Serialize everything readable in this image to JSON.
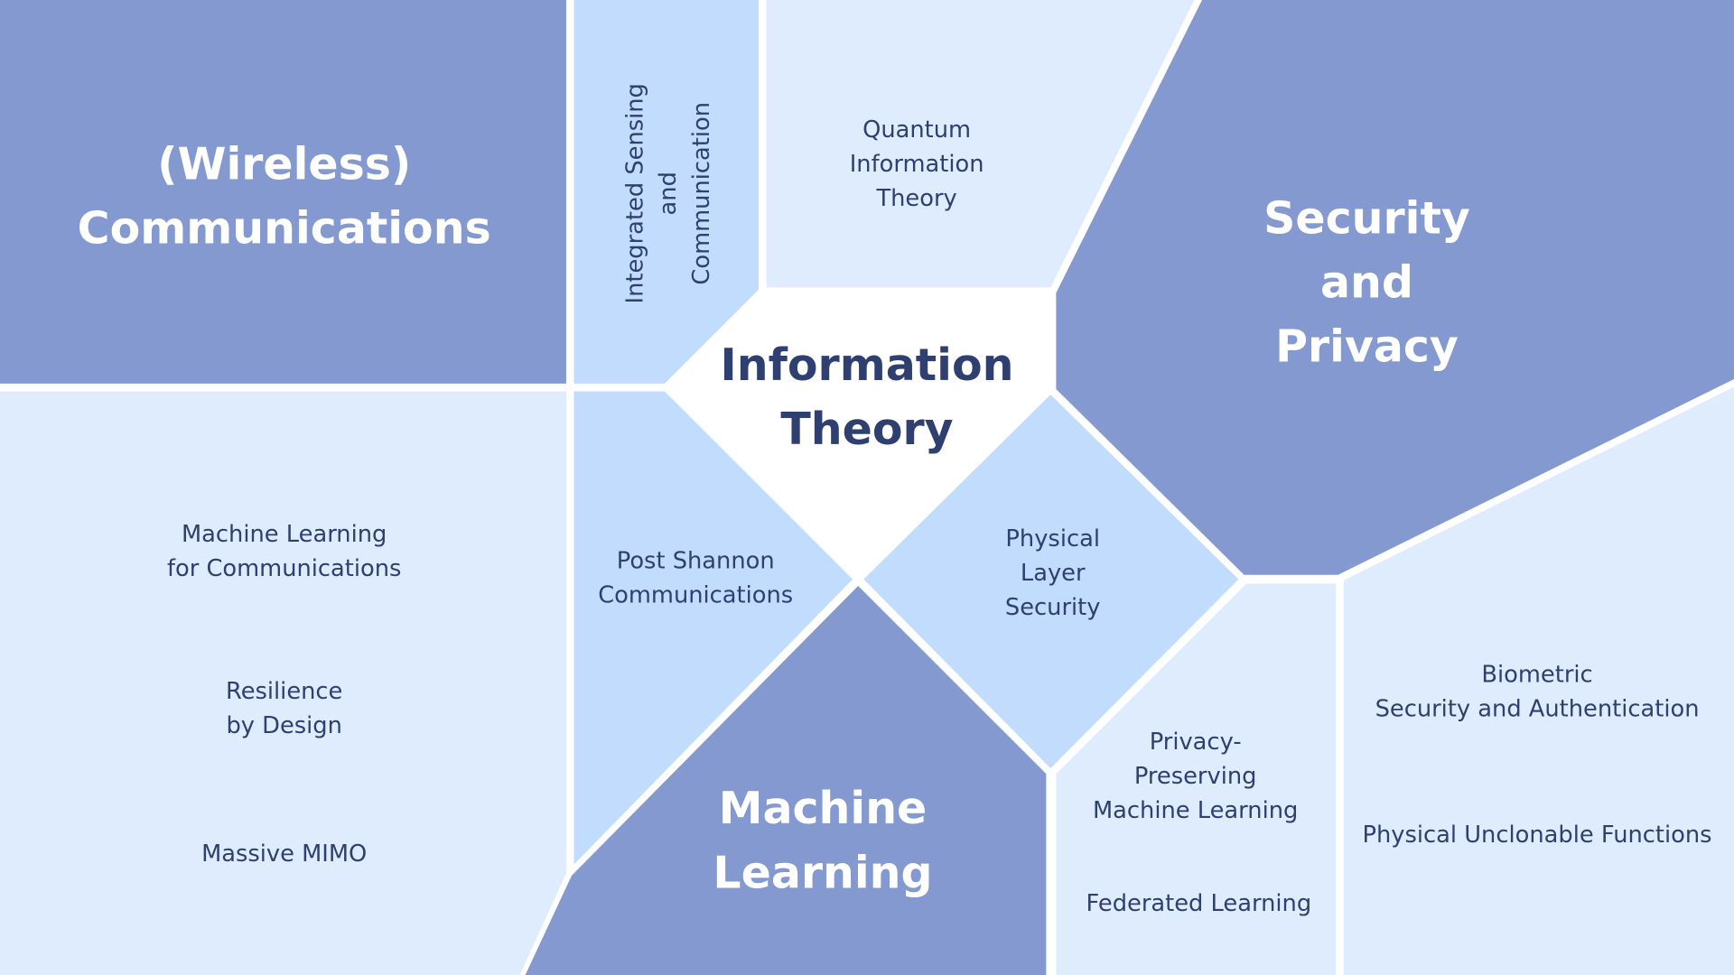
{
  "center": {
    "lines": [
      "Information",
      "Theory"
    ]
  },
  "colors": {
    "dark": "#8399d0",
    "mid": "#c1dcfd",
    "light": "#dfecfe",
    "text": "#2e3f70"
  },
  "regions": {
    "wireless": {
      "lines": [
        "(Wireless)",
        "Communications"
      ]
    },
    "isac": {
      "lines": [
        "Integrated Sensing",
        "and",
        "Communication"
      ]
    },
    "quantum": {
      "lines": [
        "Quantum",
        "Information",
        "Theory"
      ]
    },
    "security": {
      "lines": [
        "Security",
        "and",
        "Privacy"
      ]
    },
    "comms_topics": [
      {
        "lines": [
          "Machine Learning",
          "for Communications"
        ]
      },
      {
        "lines": [
          "Resilience",
          "by Design"
        ]
      },
      {
        "lines": [
          "Massive MIMO"
        ]
      }
    ],
    "post_shannon": {
      "lines": [
        "Post Shannon",
        "Communications"
      ]
    },
    "physical_layer": {
      "lines": [
        "Physical",
        "Layer",
        "Security"
      ]
    },
    "machine_learning": {
      "lines": [
        "Machine",
        "Learning"
      ]
    },
    "privacy_topics": [
      {
        "lines": [
          "Privacy-",
          "Preserving",
          "Machine Learning"
        ]
      },
      {
        "lines": [
          "Federated Learning"
        ]
      }
    ],
    "biometric_topics": [
      {
        "lines": [
          "Biometric",
          "Security and Authentication"
        ]
      },
      {
        "lines": [
          "Physical Unclonable Functions"
        ]
      }
    ]
  }
}
